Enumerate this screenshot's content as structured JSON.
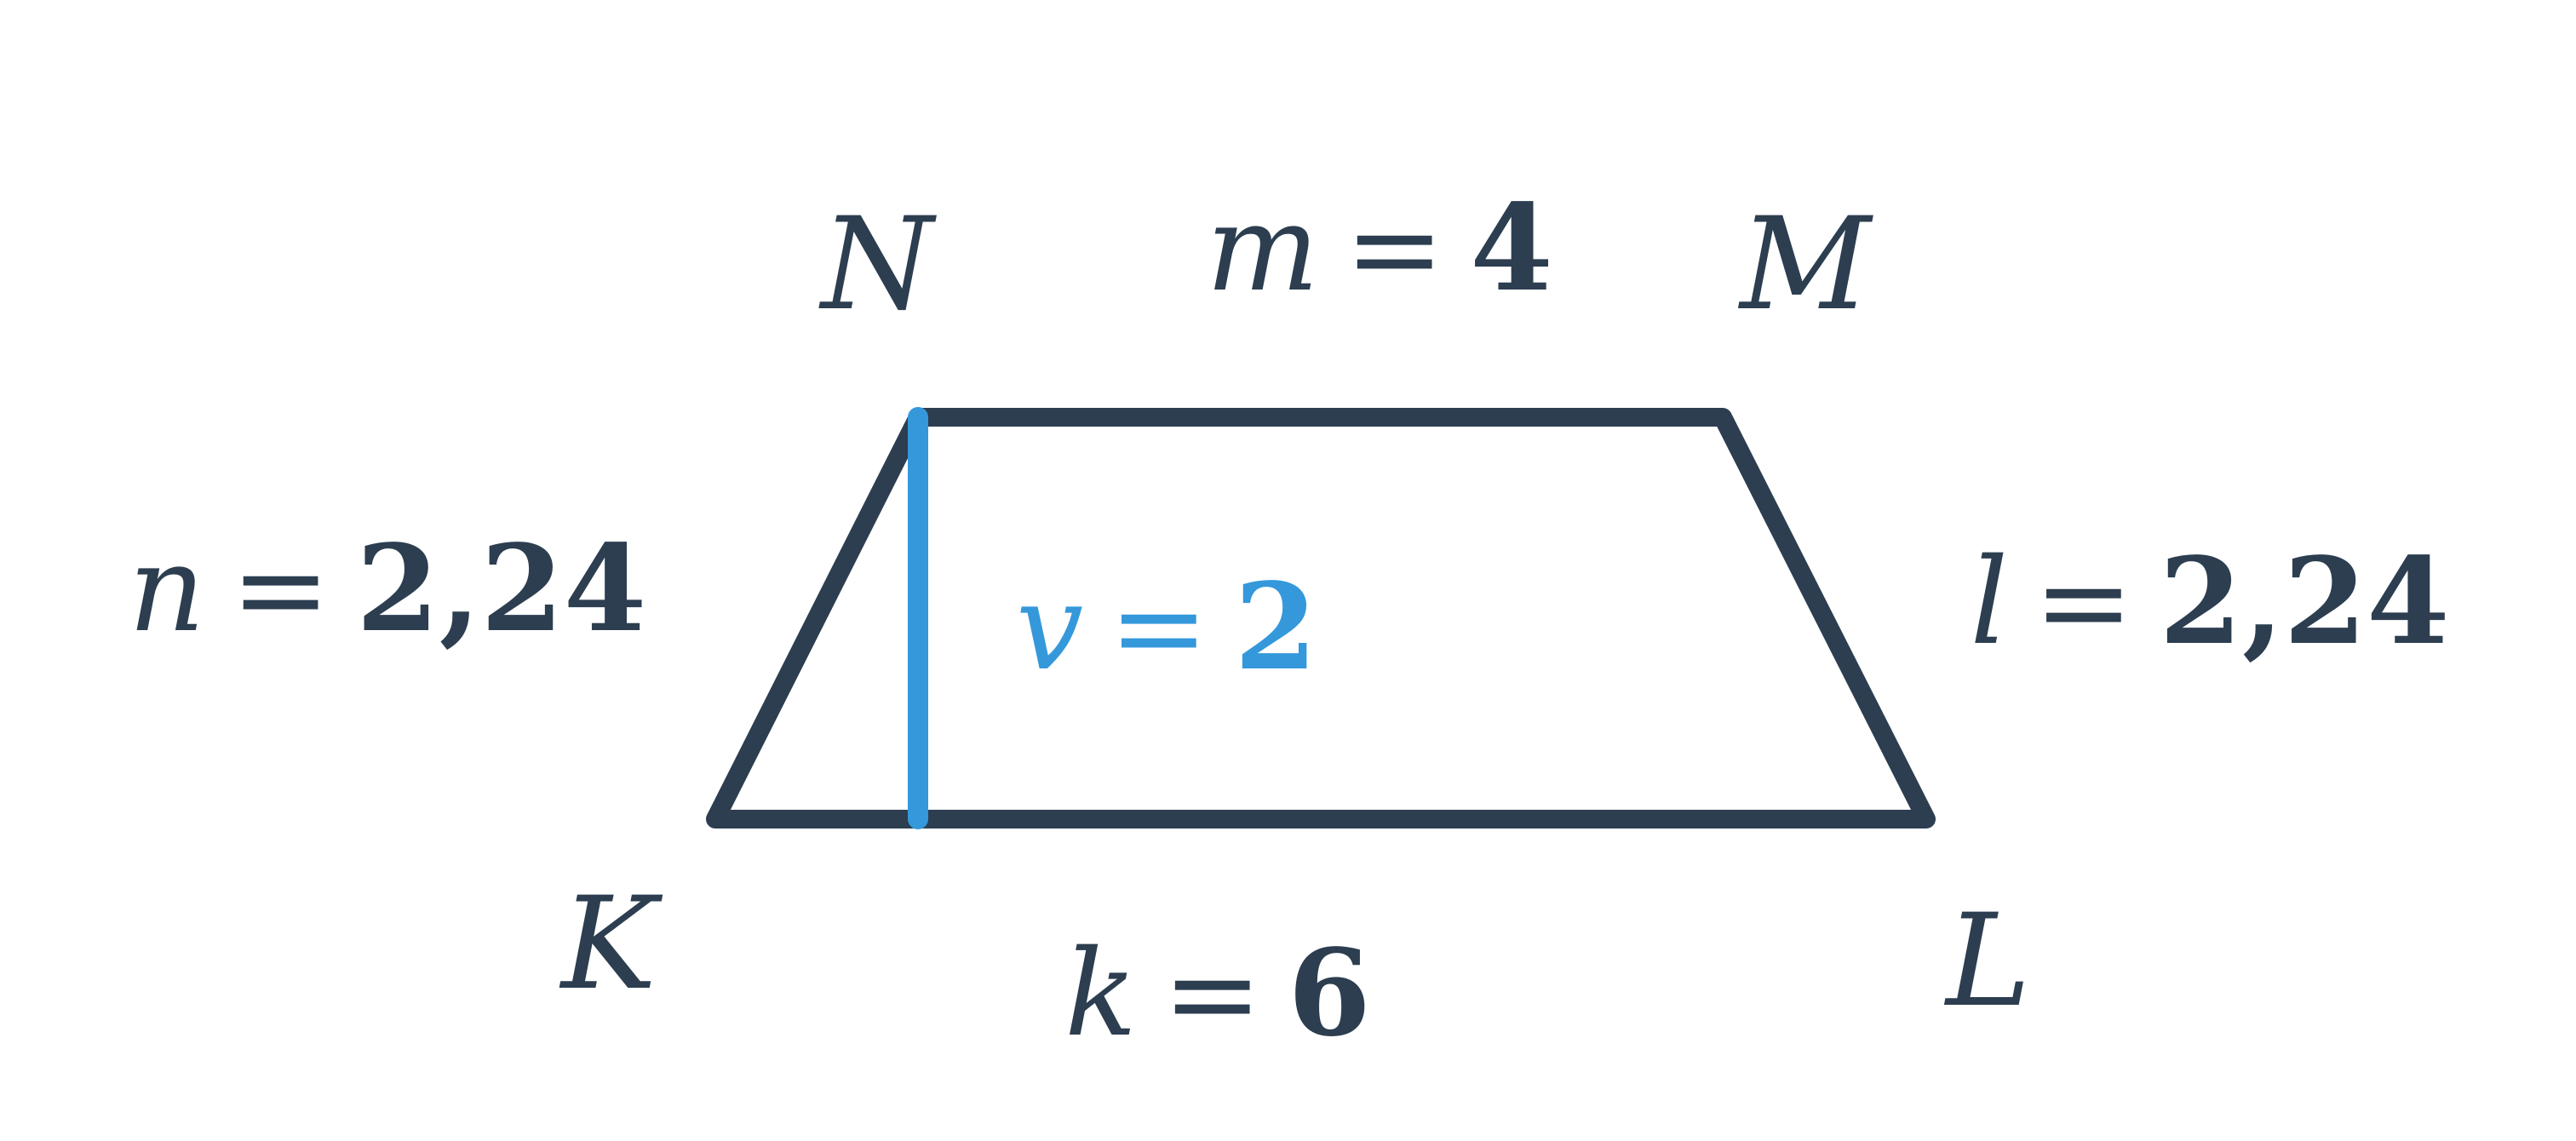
{
  "colors": {
    "figure": "#2c3e50",
    "height": "#3498db",
    "background": "#ffffff"
  },
  "vertices": {
    "K": "K",
    "L": "L",
    "M": "M",
    "N": "N"
  },
  "sides": {
    "k": {
      "var": "k",
      "eq": "=",
      "value": "6"
    },
    "l": {
      "var": "l",
      "eq": "=",
      "value": "2,24"
    },
    "m": {
      "var": "m",
      "eq": "=",
      "value": "4"
    },
    "n": {
      "var": "n",
      "eq": "=",
      "value": "2,24"
    }
  },
  "height": {
    "var": "v",
    "eq": "=",
    "value": "2"
  }
}
